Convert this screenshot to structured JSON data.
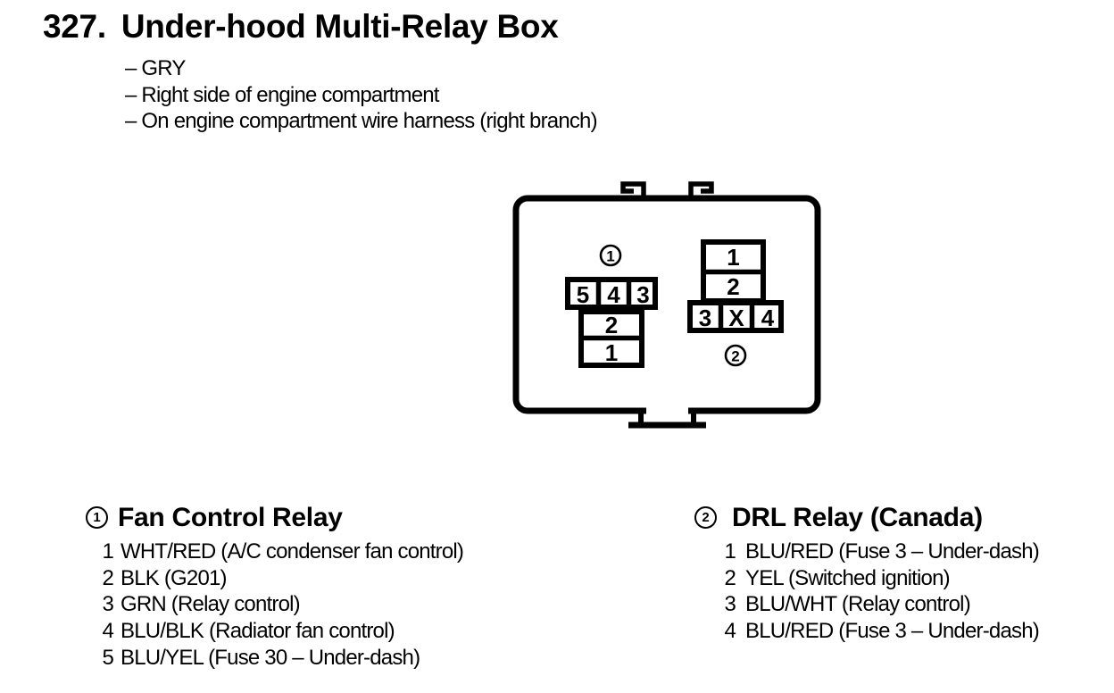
{
  "page": {
    "number": "327.",
    "title": "Under-hood Multi-Relay Box",
    "notes": [
      "– GRY",
      "– Right side of engine compartment",
      "– On engine compartment wire harness (right branch)"
    ]
  },
  "diagram": {
    "connector1": {
      "label": "1",
      "top_row": [
        "5",
        "4",
        "3"
      ],
      "stack": [
        "2",
        "1"
      ]
    },
    "connector2": {
      "label": "2",
      "stack": [
        "1",
        "2"
      ],
      "bottom_row": [
        "3",
        "X",
        "4"
      ]
    }
  },
  "legends": [
    {
      "label": "1",
      "title": "Fan Control Relay",
      "items": [
        {
          "pin": "1",
          "desc": "WHT/RED (A/C condenser fan control)"
        },
        {
          "pin": "2",
          "desc": "BLK (G201)"
        },
        {
          "pin": "3",
          "desc": "GRN (Relay control)"
        },
        {
          "pin": "4",
          "desc": "BLU/BLK (Radiator fan control)"
        },
        {
          "pin": "5",
          "desc": "BLU/YEL (Fuse 30 – Under-dash)"
        }
      ]
    },
    {
      "label": "2",
      "title": "DRL Relay (Canada)",
      "items": [
        {
          "pin": "1",
          "desc": "BLU/RED (Fuse 3 – Under-dash)"
        },
        {
          "pin": "2",
          "desc": "YEL (Switched ignition)"
        },
        {
          "pin": "3",
          "desc": "BLU/WHT (Relay control)"
        },
        {
          "pin": "4",
          "desc": "BLU/RED (Fuse 3 – Under-dash)"
        }
      ]
    }
  ],
  "colors": {
    "ink": "#000000",
    "paper": "#ffffff"
  }
}
